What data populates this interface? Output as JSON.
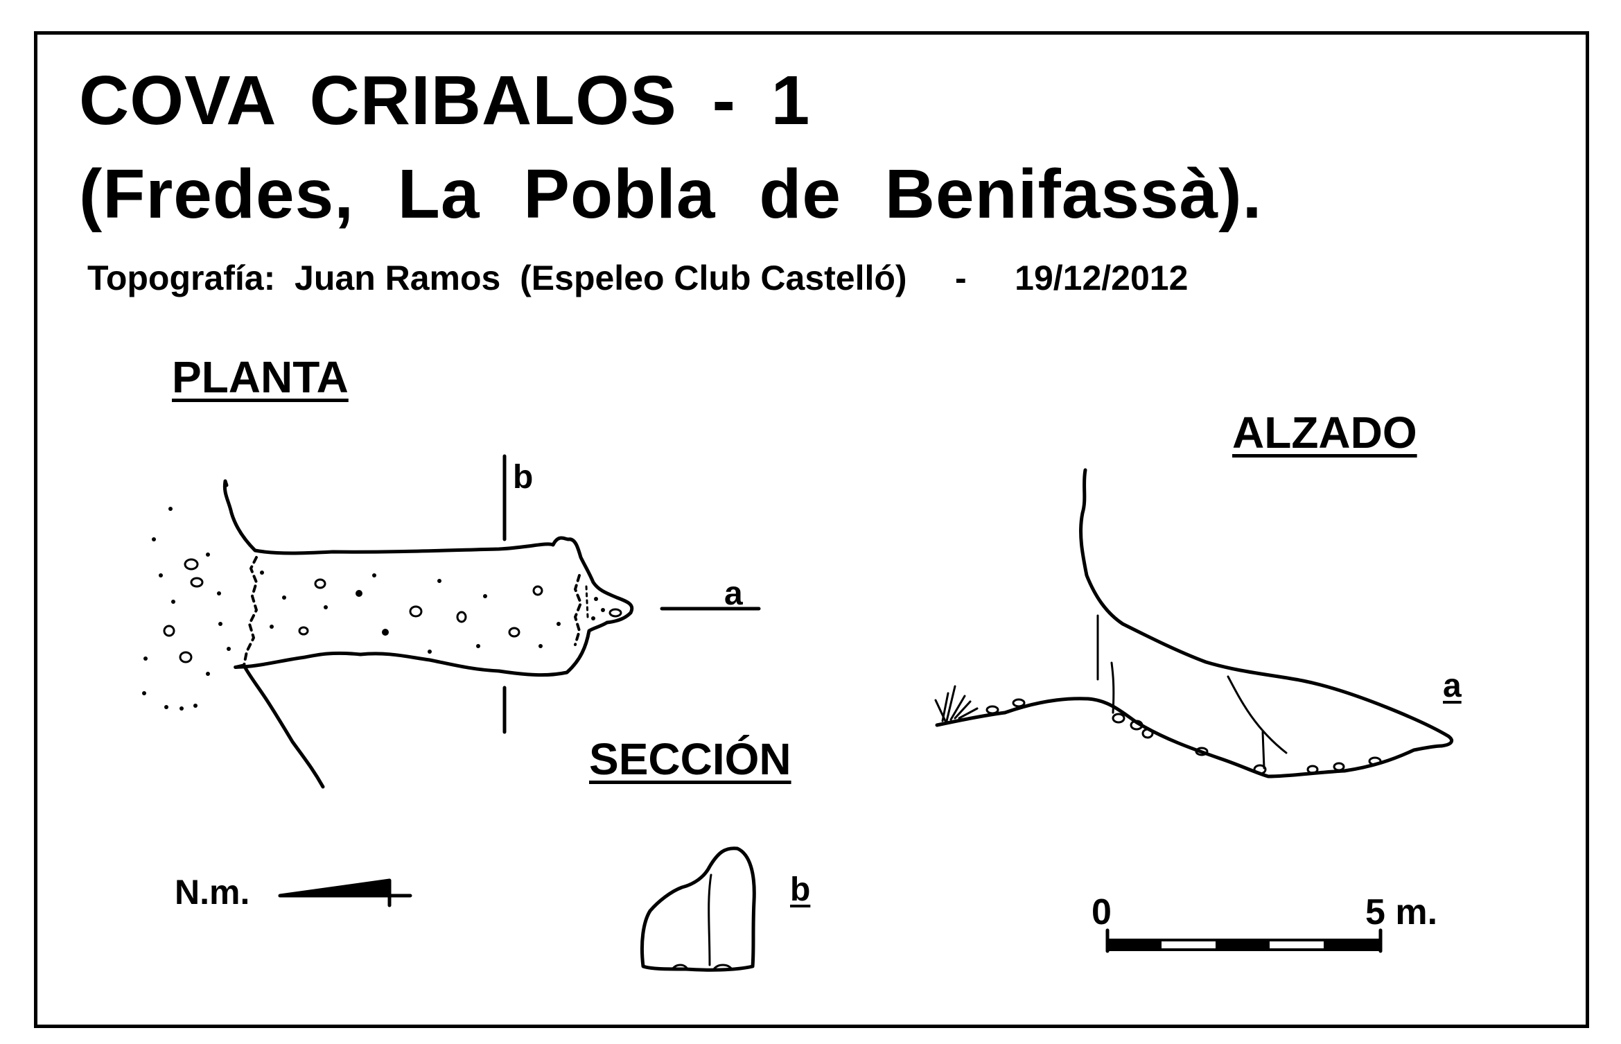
{
  "title": {
    "line1": "COVA  CRIBALOS - 1",
    "line2": "(Fredes,  La  Pobla  de  Benifassà)."
  },
  "credits": "Topografía:  Juan Ramos  (Espeleo Club Castelló)     -     19/12/2012",
  "plan": {
    "heading": "PLANTA",
    "section_label": "b",
    "profile_label": "a"
  },
  "elevation": {
    "heading": "ALZADO",
    "label": "a"
  },
  "section": {
    "heading": "SECCIÓN",
    "label": "b"
  },
  "north": {
    "label": "N.m."
  },
  "scale": {
    "start": "0",
    "end": "5 m."
  }
}
